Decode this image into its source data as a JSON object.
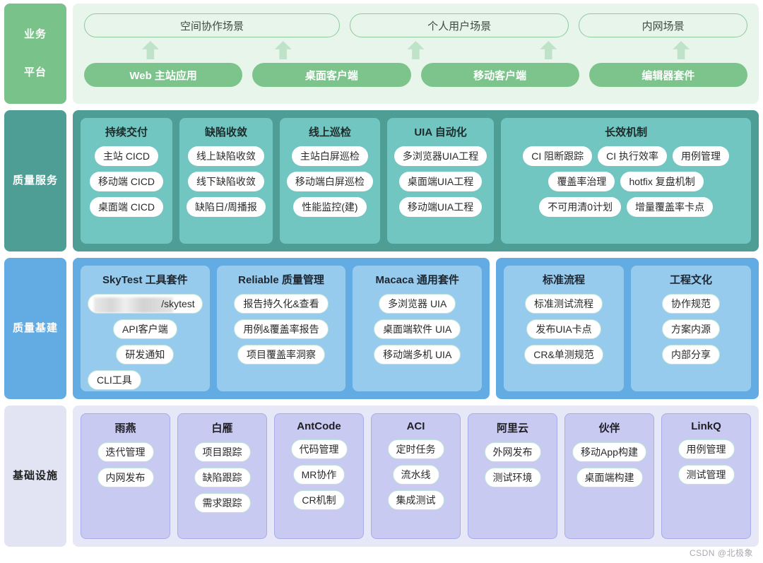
{
  "rows": {
    "business": {
      "label_line1": "业务",
      "label_line2": "平台",
      "scenes": [
        {
          "label": "空间协作场景"
        },
        {
          "label": "个人用户场景"
        },
        {
          "label": "内网场景"
        }
      ],
      "arrows": [
        "up-arrow",
        "up-arrow",
        "up-arrow",
        "up-arrow",
        "up-arrow"
      ],
      "apps": [
        {
          "label": "Web 主站应用"
        },
        {
          "label": "桌面客户端"
        },
        {
          "label": "移动客户端"
        },
        {
          "label": "编辑器套件"
        }
      ]
    },
    "quality_service": {
      "label": "质量服务",
      "cards": [
        {
          "title": "持续交付",
          "items": [
            "主站 CICD",
            "移动端 CICD",
            "桌面端 CICD"
          ]
        },
        {
          "title": "缺陷收敛",
          "items": [
            "线上缺陷收敛",
            "线下缺陷收敛",
            "缺陷日/周播报"
          ]
        },
        {
          "title": "线上巡检",
          "items": [
            "主站白屏巡检",
            "移动端白屏巡检",
            "性能监控(建)"
          ]
        },
        {
          "title": "UIA 自动化",
          "items": [
            "多浏览器UIA工程",
            "桌面端UIA工程",
            "移动端UIA工程"
          ]
        },
        {
          "title": "长效机制",
          "items": [
            "CI 阻断跟踪",
            "CI 执行效率",
            "用例管理",
            "覆盖率治理",
            "hotfix 复盘机制",
            "不可用清0计划",
            "增量覆盖率卡点"
          ]
        }
      ]
    },
    "quality_infra": {
      "label": "质量基建",
      "left_cards": [
        {
          "title": "SkyTest 工具套件",
          "redacted_item": "/skytest",
          "items": [
            "API客户端",
            "研发通知",
            "CLI工具"
          ]
        },
        {
          "title": "Reliable 质量管理",
          "items": [
            "报告持久化&查看",
            "用例&覆盖率报告",
            "项目覆盖率洞察"
          ]
        },
        {
          "title": "Macaca 通用套件",
          "items": [
            "多浏览器 UIA",
            "桌面端软件 UIA",
            "移动端多机 UIA"
          ]
        }
      ],
      "right_cards": [
        {
          "title": "标准流程",
          "items": [
            "标准测试流程",
            "发布UIA卡点",
            "CR&单测规范"
          ]
        },
        {
          "title": "工程文化",
          "items": [
            "协作规范",
            "方案内源",
            "内部分享"
          ]
        }
      ]
    },
    "infrastructure": {
      "label": "基础设施",
      "cards": [
        {
          "title": "雨燕",
          "items": [
            "迭代管理",
            "内网发布"
          ]
        },
        {
          "title": "白雁",
          "items": [
            "项目跟踪",
            "缺陷跟踪",
            "需求跟踪"
          ]
        },
        {
          "title": "AntCode",
          "items": [
            "代码管理",
            "MR协作",
            "CR机制"
          ]
        },
        {
          "title": "ACI",
          "items": [
            "定时任务",
            "流水线",
            "集成测试"
          ]
        },
        {
          "title": "阿里云",
          "items": [
            "外网发布",
            "测试环境"
          ]
        },
        {
          "title": "伙伴",
          "items": [
            "移动App构建",
            "桌面端构建"
          ]
        },
        {
          "title": "LinkQ",
          "items": [
            "用例管理",
            "测试管理"
          ]
        }
      ]
    }
  },
  "watermark": "CSDN @北极象",
  "colors": {
    "business_label": "#79c289",
    "business_panel": "#e8f5ea",
    "business_app": "#7cc48c",
    "quality_service_panel": "#4f9e96",
    "quality_service_card": "#71c6c1",
    "quality_infra_panel": "#62ace3",
    "quality_infra_card": "#96cbee",
    "infrastructure_panel": "#e6e7f7",
    "infrastructure_card": "#c8caf1",
    "pill_bg": "#ffffff"
  }
}
